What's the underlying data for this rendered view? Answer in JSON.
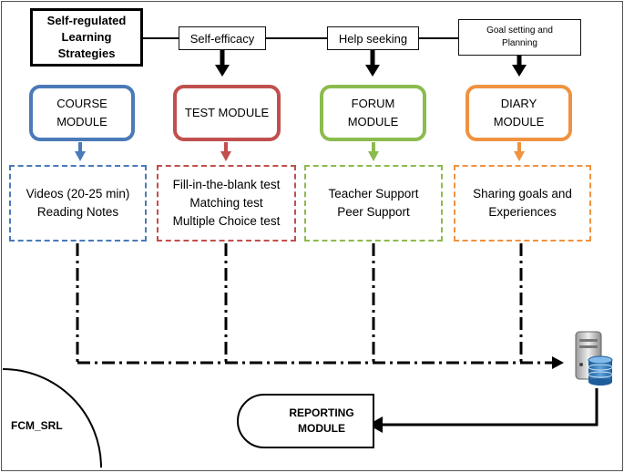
{
  "srl_box": {
    "lines": [
      "Self-regulated",
      "Learning",
      "Strategies"
    ]
  },
  "strategies": {
    "self_efficacy": "Self-efficacy",
    "help_seeking": "Help seeking",
    "goal_setting": [
      "Goal setting and",
      "Planning"
    ]
  },
  "modules": {
    "course": [
      "COURSE",
      "MODULE"
    ],
    "test": "TEST MODULE",
    "forum": [
      "FORUM",
      "MODULE"
    ],
    "diary": [
      "DIARY",
      "MODULE"
    ]
  },
  "details": {
    "course": [
      "Videos (20-25 min)",
      "Reading Notes"
    ],
    "test": [
      "Fill-in-the-blank test",
      "Matching test",
      "Multiple Choice test"
    ],
    "forum": [
      "Teacher Support",
      "Peer Support"
    ],
    "diary": [
      "Sharing goals and",
      "Experiences"
    ]
  },
  "reporting": [
    "REPORTING",
    "MODULE"
  ],
  "fcm_label": "FCM_SRL",
  "icons": {
    "server": "server-database-icon"
  },
  "colors": {
    "course": "#4a7ab8",
    "test": "#c0504d",
    "forum": "#8cbb4e",
    "diary": "#f09240"
  }
}
